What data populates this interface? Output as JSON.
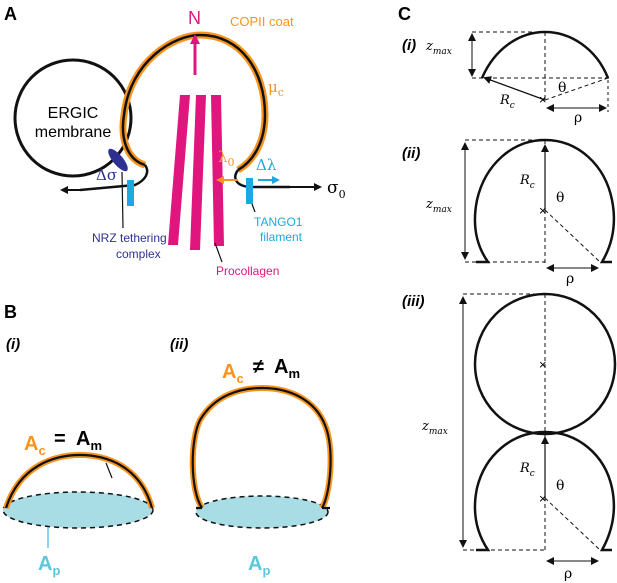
{
  "colors": {
    "coat": "#F7941D",
    "procollagen": "#E0157E",
    "tango": "#1BA9E1",
    "nrz": "#2E3192",
    "patch": "#A8DDE5",
    "ink": "#111111"
  },
  "panelA": {
    "letter": "A",
    "ergic_line1": "ERGIC",
    "ergic_line2": "membrane",
    "N": "N",
    "copii": "COPII coat",
    "mu": "μ",
    "mu_sub": "c",
    "lambda": "λ",
    "lambda_sub": "0",
    "dlambda": "Δλ",
    "dsigma": "Δσ",
    "sigma": "σ",
    "sigma_sub": "0",
    "nrz_line1": "NRZ tethering",
    "nrz_line2": "complex",
    "tango_line1": "TANGO1",
    "tango_line2": "filament",
    "procollagen": "Procollagen"
  },
  "panelB": {
    "letter": "B",
    "i": "(i)",
    "ii": "(ii)",
    "Ac": "A",
    "Ac_sub": "c",
    "eq": "=",
    "neq": "≠",
    "Am": "A",
    "Am_sub": "m",
    "Ap": "A",
    "Ap_sub": "p"
  },
  "panelC": {
    "letter": "C",
    "i": "(i)",
    "ii": "(ii)",
    "iii": "(iii)",
    "zmax": "z",
    "zmax_sub": "max",
    "Rc": "R",
    "Rc_sub": "c",
    "theta": "θ",
    "rho": "ρ"
  }
}
